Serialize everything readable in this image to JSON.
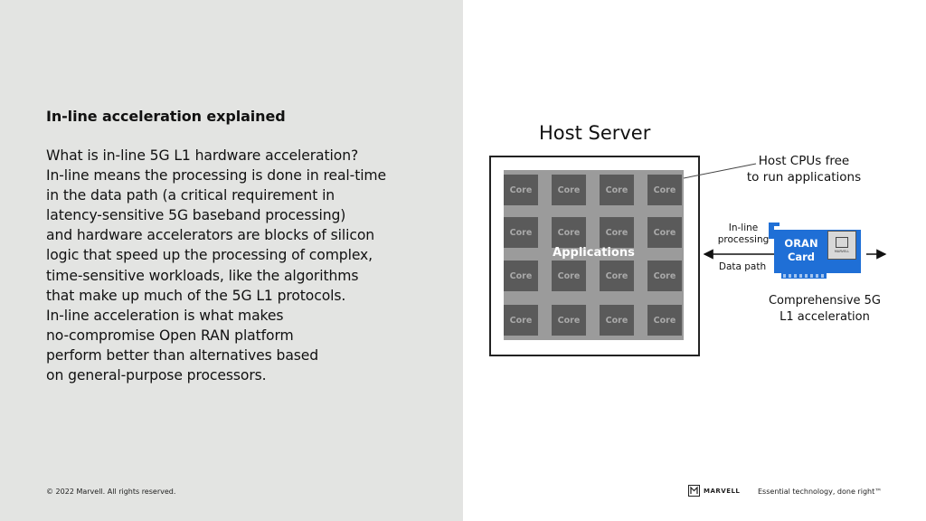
{
  "slide": {
    "heading": "In-line acceleration explained",
    "body_lines": [
      "What is in-line 5G L1 hardware acceleration?",
      "In-line means the processing is done in real-time",
      "in the data path (a critical requirement in",
      "latency-sensitive 5G baseband processing)",
      "and hardware accelerators are blocks of silicon",
      "logic that speed up the processing of complex,",
      "time-sensitive workloads, like the algorithms",
      "that make up much of the 5G L1 protocols.",
      "In-line acceleration is what makes",
      "no-compromise Open RAN platform",
      "perform better than alternatives based",
      "on general-purpose processors."
    ],
    "copyright": "© 2022 Marvell. All rights reserved."
  },
  "diagram": {
    "server_title": "Host Server",
    "core_label": "Core",
    "core_count": 16,
    "applications_label": "Applications",
    "callout_lines": [
      "Host CPUs free",
      "to run applications"
    ],
    "inline_lines": [
      "In-line",
      "processing"
    ],
    "data_path_label": "Data path",
    "card_lines": [
      "ORAN",
      "Card"
    ],
    "chip_brand": "MARVELL",
    "comprehensive_lines": [
      "Comprehensive 5G",
      "L1 acceleration"
    ],
    "colors": {
      "card_blue": "#1f6fd6",
      "core_dark": "#5a5a5a",
      "grid_grey": "#9b9b9b",
      "left_bg": "#e3e4e2"
    }
  },
  "footer": {
    "brand": "MARVELL",
    "tagline": "Essential technology, done right™"
  }
}
